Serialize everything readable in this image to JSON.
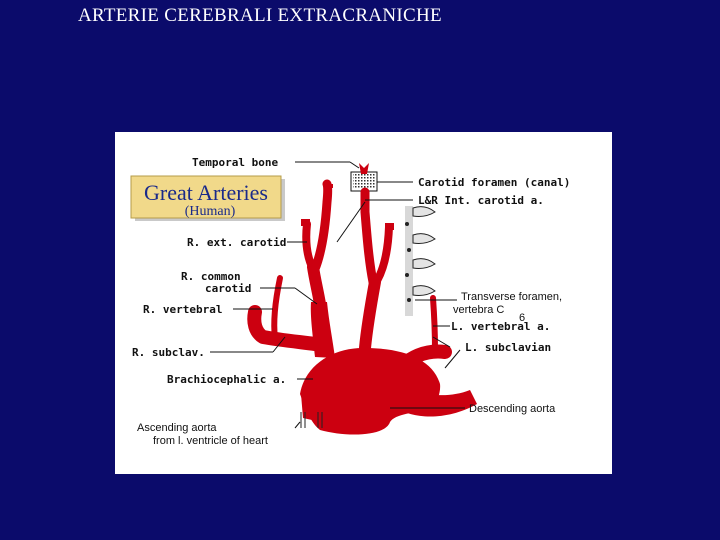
{
  "slide": {
    "title": "ARTERIE CEREBRALI EXTRACRANICHE"
  },
  "figure": {
    "badge": {
      "title": "Great Arteries",
      "subtitle": "(Human)"
    },
    "labels": {
      "temporal_bone": "Temporal bone",
      "carotid_foramen": "Carotid foramen (canal)",
      "int_carotid": "L&R Int. carotid a.",
      "r_ext_carotid": "R. ext. carotid",
      "r_common_carotid_1": "R. common",
      "r_common_carotid_2": "carotid",
      "r_vertebral": "R. vertebral",
      "transverse_foramen_1": "Transverse foramen,",
      "transverse_foramen_2": "vertebra C",
      "transverse_foramen_sub": "6",
      "l_vertebral": "L. vertebral a.",
      "l_subclavian": "L. subclavian",
      "r_subclav": "R. subclav.",
      "brachiocephalic": "Brachiocephalic a.",
      "descending_aorta": "Descending aorta",
      "ascending_aorta_1": "Ascending aorta",
      "ascending_aorta_2": "from l. ventricle of heart"
    },
    "colors": {
      "artery": "#cc0010",
      "badge_bg": "#f1d98a",
      "badge_title": "#1a2a8a",
      "slide_bg": "#0b0b6b"
    }
  }
}
